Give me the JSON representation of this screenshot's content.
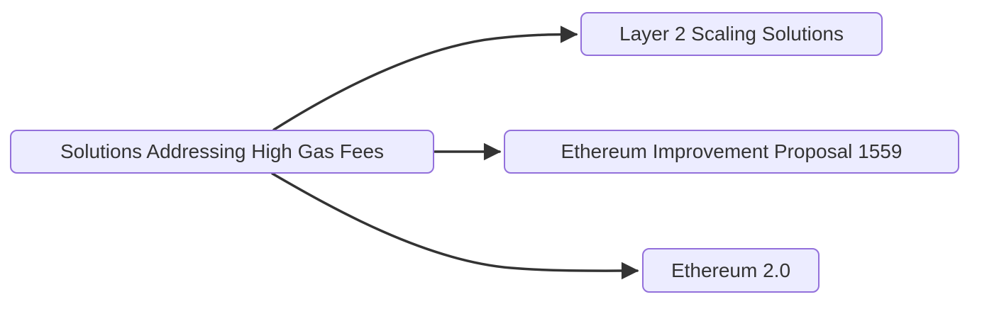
{
  "diagram": {
    "type": "flowchart",
    "direction": "left-to-right",
    "nodes": [
      {
        "id": "gas-fees",
        "label": "Solutions Addressing High Gas Fees"
      },
      {
        "id": "layer2",
        "label": "Layer 2 Scaling Solutions"
      },
      {
        "id": "eip1559",
        "label": "Ethereum Improvement Proposal 1559"
      },
      {
        "id": "eth2",
        "label": "Ethereum 2.0"
      }
    ],
    "edges": [
      {
        "from": "gas-fees",
        "to": "layer2"
      },
      {
        "from": "gas-fees",
        "to": "eip1559"
      },
      {
        "from": "gas-fees",
        "to": "eth2"
      }
    ],
    "colors": {
      "node_fill": "#ECECFF",
      "node_border": "#9370DB",
      "edge_stroke": "#333333",
      "text": "#333333",
      "background": "#FFFFFF"
    }
  }
}
